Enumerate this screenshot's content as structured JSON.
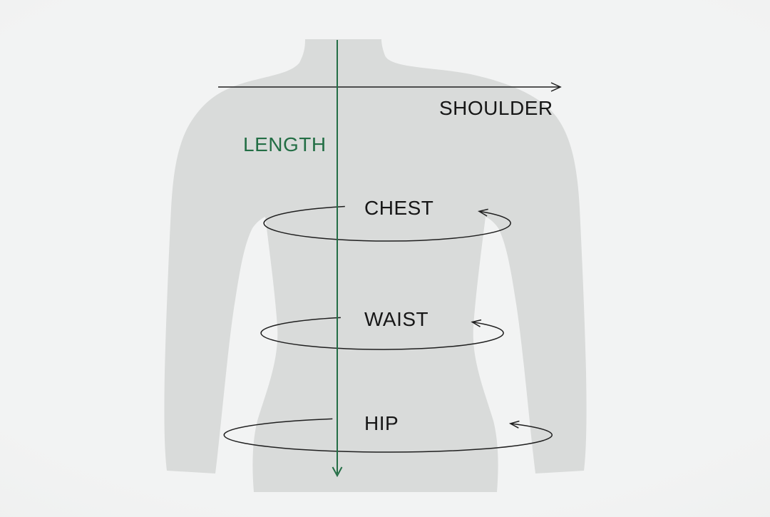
{
  "diagram": {
    "type": "apparel-size-guide",
    "figure": "back-torso-silhouette",
    "measurements": [
      {
        "id": "shoulder",
        "label": "SHOULDER",
        "indicator": "horizontal-width-arrow"
      },
      {
        "id": "length",
        "label": "LENGTH",
        "indicator": "vertical-down-arrow"
      },
      {
        "id": "chest",
        "label": "CHEST",
        "indicator": "girth-ellipse-arrow"
      },
      {
        "id": "waist",
        "label": "WAIST",
        "indicator": "girth-ellipse-arrow"
      },
      {
        "id": "hip",
        "label": "HIP",
        "indicator": "girth-ellipse-arrow"
      }
    ],
    "colors": {
      "background": "#f0f1f1",
      "body_fill": "#d9dbda",
      "measure_line": "#1f1f1f",
      "accent_green": "#236e45",
      "label_text": "#161616"
    }
  }
}
